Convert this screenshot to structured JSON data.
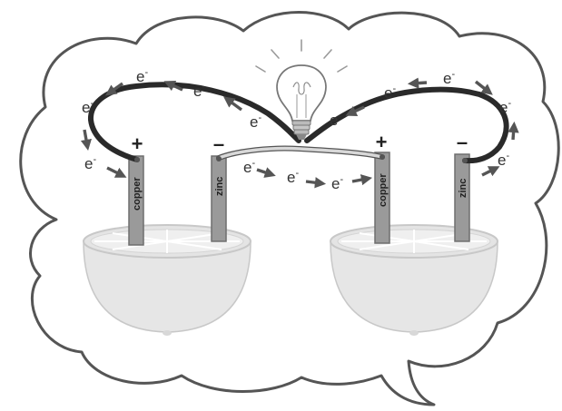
{
  "diagram": {
    "electron_symbol": "e",
    "electron_charge": "-",
    "cells": [
      {
        "id": "left",
        "positive_electrode": {
          "sign": "+",
          "material": "copper"
        },
        "negative_electrode": {
          "sign": "–",
          "material": "zinc"
        }
      },
      {
        "id": "right",
        "positive_electrode": {
          "sign": "+",
          "material": "copper"
        },
        "negative_electrode": {
          "sign": "–",
          "material": "zinc"
        }
      }
    ],
    "colors": {
      "cloud_outline": "#555555",
      "wire": "#2a2a2a",
      "connector_wire": "#d8d8d8",
      "arrow": "#555555",
      "strip": "#9a9a9a",
      "fruit": "#e6e6e6",
      "fruit_rim": "#cfcfcf",
      "bulb_rays": "#9a9a9a"
    },
    "icons": [
      "light-bulb-icon",
      "lemon-half-icon",
      "electron-flow-arrow-icon"
    ]
  }
}
